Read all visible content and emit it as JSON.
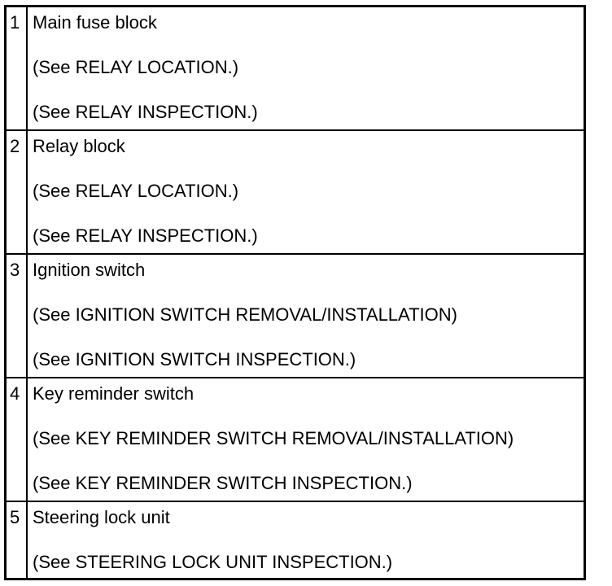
{
  "rows": [
    {
      "number": "1",
      "lines": [
        "Main fuse block",
        "(See RELAY LOCATION.)",
        "(See RELAY INSPECTION.)"
      ]
    },
    {
      "number": "2",
      "lines": [
        "Relay block",
        "(See RELAY LOCATION.)",
        "(See RELAY INSPECTION.)"
      ]
    },
    {
      "number": "3",
      "lines": [
        "Ignition switch",
        "(See IGNITION SWITCH REMOVAL/INSTALLATION)",
        "(See IGNITION SWITCH INSPECTION.)"
      ]
    },
    {
      "number": "4",
      "lines": [
        "Key reminder switch",
        "(See KEY REMINDER SWITCH REMOVAL/INSTALLATION)",
        "(See KEY REMINDER SWITCH INSPECTION.)"
      ]
    },
    {
      "number": "5",
      "lines": [
        "Steering lock unit",
        "(See STEERING LOCK UNIT INSPECTION.)"
      ]
    }
  ]
}
